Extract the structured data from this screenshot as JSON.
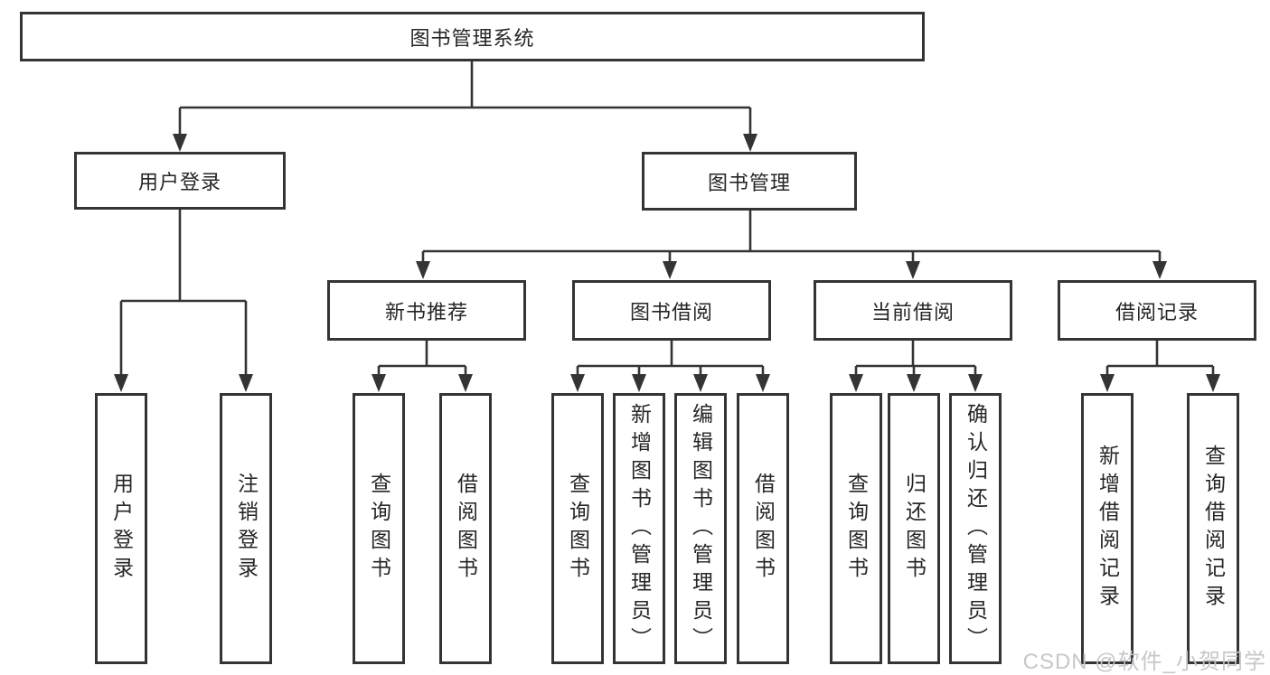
{
  "diagram": {
    "title": "图书管理系统",
    "nodes": {
      "root": "图书管理系统",
      "user_login": "用户登录",
      "book_mgmt": "图书管理",
      "new_rec": "新书推荐",
      "book_borrow": "图书借阅",
      "current_borrow": "当前借阅",
      "borrow_record": "借阅记录",
      "ul_login": "用户登录",
      "ul_logout": "注销登录",
      "nr_query": "查询图书",
      "nr_borrow": "借阅图书",
      "bb_query": "查询图书",
      "bb_add": "新增图书（管理员）",
      "bb_edit": "编辑图书（管理员）",
      "bb_borrow": "借阅图书",
      "cb_query": "查询图书",
      "cb_return": "归还图书",
      "cb_confirm": "确认归还（管理员）",
      "br_add": "新增借阅记录",
      "br_query": "查询借阅记录"
    },
    "structure": {
      "图书管理系统": {
        "用户登录": [
          "用户登录",
          "注销登录"
        ],
        "图书管理": {
          "新书推荐": [
            "查询图书",
            "借阅图书"
          ],
          "图书借阅": [
            "查询图书",
            "新增图书（管理员）",
            "编辑图书（管理员）",
            "借阅图书"
          ],
          "当前借阅": [
            "查询图书",
            "归还图书",
            "确认归还（管理员）"
          ],
          "借阅记录": [
            "新增借阅记录",
            "查询借阅记录"
          ]
        }
      }
    },
    "colors": {
      "line": "#343434",
      "text": "#262626",
      "background": "#ffffff",
      "watermark": "#c4c4c9"
    }
  },
  "watermark": {
    "text": "CSDN @软件_小贺同学"
  }
}
